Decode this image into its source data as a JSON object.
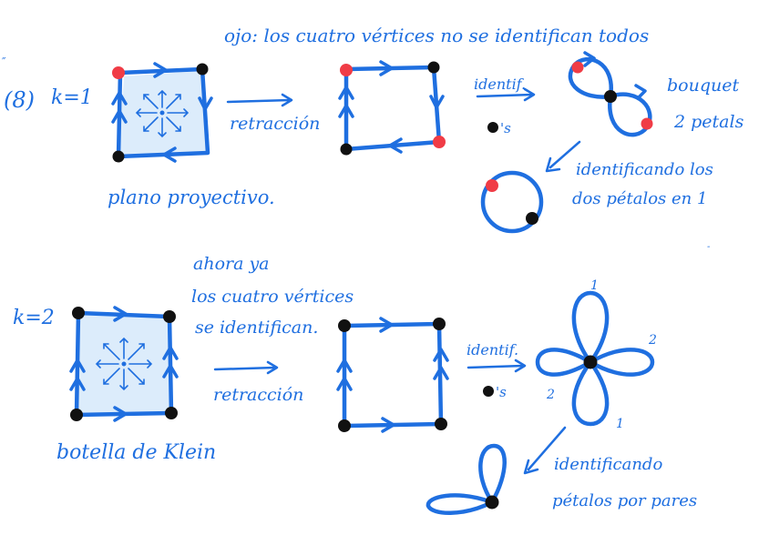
{
  "colors": {
    "ink": "#1f6fe0",
    "fill": "#dcecfb",
    "red_vertex": "#f03c46",
    "black_vertex": "#111111"
  },
  "header_note": "ojo: los cuatro vértices no se identifican todos",
  "case1": {
    "label_num": "(8)",
    "label_k": "k=1",
    "surface_label": "plano proyectivo.",
    "arrow_label": "retracción",
    "identify_label": "identif.",
    "points_label": "•'s",
    "bouquet_label_1": "bouquet",
    "bouquet_label_2": "2 petals",
    "final_label_1": "identificando los",
    "final_label_2": "dos pétalos en 1"
  },
  "case2": {
    "label_k": "k=2",
    "note_1": "ahora ya",
    "note_2": "los cuatro vértices",
    "note_3": "se identifican.",
    "surface_label": "botella de Klein",
    "arrow_label": "retracción",
    "identify_label": "identif.",
    "points_label": "•'s",
    "petal_labels": [
      "1",
      "2",
      "2",
      "1"
    ],
    "final_label_1": "identificando",
    "final_label_2": "pétalos por pares"
  }
}
